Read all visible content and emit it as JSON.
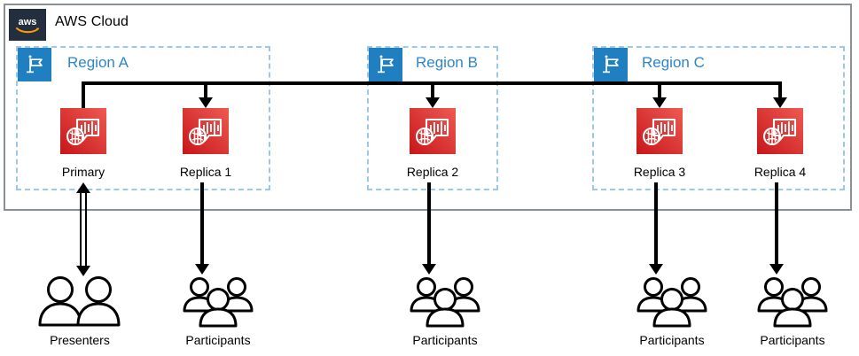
{
  "diagram": {
    "title": "AWS Cloud",
    "cloud_label": "AWS Cloud",
    "logo_alt": "aws",
    "colors": {
      "aws_navy": "#232F3E",
      "region_blue": "#1F7FC1",
      "region_label_blue": "#2E86C8",
      "region_dash": "#9CC9E8",
      "cloud_border": "#879196",
      "service_red_light": "#E8443B",
      "service_red_dark": "#C7161A",
      "connector_black": "#000000"
    }
  },
  "regions": [
    {
      "id": "region-a",
      "label": "Region A"
    },
    {
      "id": "region-b",
      "label": "Region B"
    },
    {
      "id": "region-c",
      "label": "Region C"
    }
  ],
  "services": [
    {
      "id": "primary",
      "label": "Primary",
      "icon": "transcribe-icon",
      "region": "Region A"
    },
    {
      "id": "replica-1",
      "label": "Replica 1",
      "icon": "transcribe-icon",
      "region": "Region A"
    },
    {
      "id": "replica-2",
      "label": "Replica 2",
      "icon": "transcribe-icon",
      "region": "Region B"
    },
    {
      "id": "replica-3",
      "label": "Replica 3",
      "icon": "transcribe-icon",
      "region": "Region C"
    },
    {
      "id": "replica-4",
      "label": "Replica 4",
      "icon": "transcribe-icon",
      "region": "Region C"
    }
  ],
  "actors": [
    {
      "id": "presenters",
      "label": "Presenters",
      "icon": "two-people-icon",
      "link": "bidirectional",
      "source": "Primary"
    },
    {
      "id": "participants-1",
      "label": "Participants",
      "icon": "people-group-icon",
      "link": "downstream",
      "source": "Replica 1"
    },
    {
      "id": "participants-2",
      "label": "Participants",
      "icon": "people-group-icon",
      "link": "downstream",
      "source": "Replica 2"
    },
    {
      "id": "participants-3",
      "label": "Participants",
      "icon": "people-group-icon",
      "link": "downstream",
      "source": "Replica 3"
    },
    {
      "id": "participants-4",
      "label": "Participants",
      "icon": "people-group-icon",
      "link": "downstream",
      "source": "Replica 4"
    }
  ]
}
